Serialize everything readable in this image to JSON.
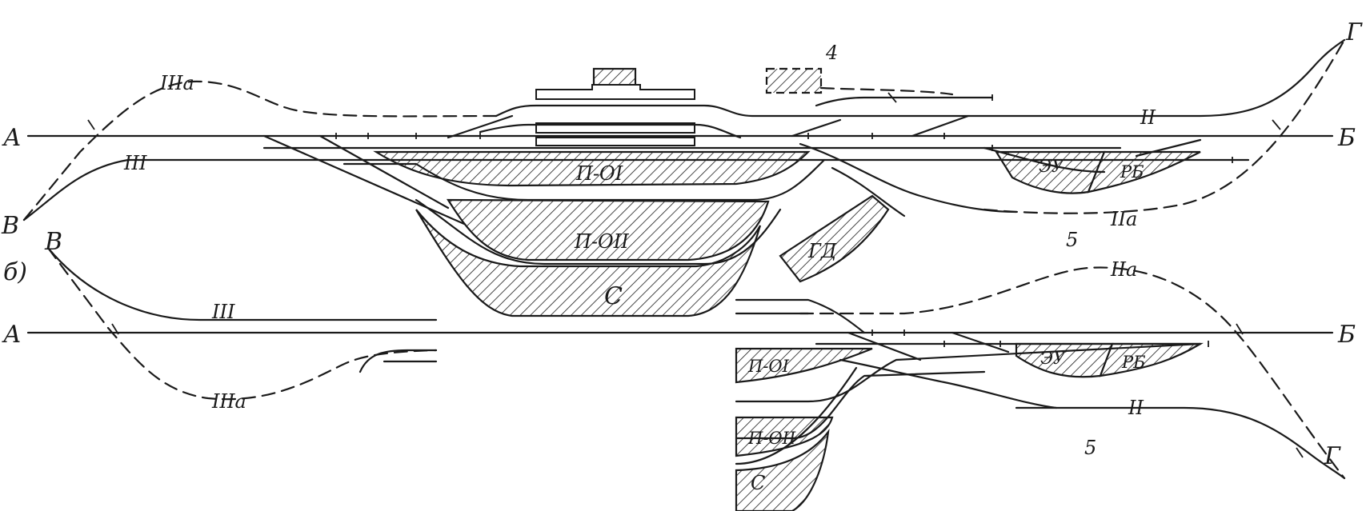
{
  "labels": {
    "A_top": "А",
    "B_top_right": "Б",
    "V_left": "В",
    "V_mid": "В",
    "b_variant": "б)",
    "A_bottom": "А",
    "B_bottom_right": "Б",
    "G_top": "Г",
    "G_bottom": "Г",
    "num4": "4",
    "num5_top": "5",
    "num5_bottom": "5",
    "IIIa_top": "IIIа",
    "III_top": "III",
    "II_top": "II",
    "IIa_top": "IIа",
    "III_bottom": "III",
    "IIIa_bottom": "IIIа",
    "IIa_bottom": "IIа",
    "II_bottom": "II",
    "PO1_top": "П-ОI",
    "PO2_top": "П-ОII",
    "S_top": "С",
    "GD": "ГД",
    "ZU_top": "ЭУ",
    "RB_top": "РБ",
    "PO1_bottom": "П-ОI",
    "PO2_bottom": "П-ОII",
    "S_bottom": "С",
    "ZU_bottom": "ЭУ",
    "RB_bottom": "РБ"
  },
  "colors": {
    "ink": "#1a1a1a",
    "paper": "#ffffff"
  }
}
